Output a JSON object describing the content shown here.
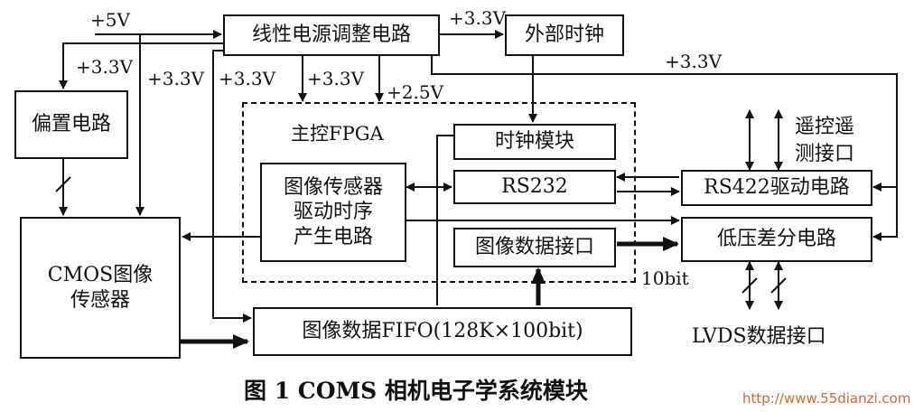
{
  "diagram": {
    "blocks": {
      "power": "线性电源调整电路",
      "ext_clock": "外部时钟",
      "bias": "偏置电路",
      "fpga": "主控FPGA",
      "clock_module": "时钟模块",
      "rs232": "RS232",
      "rs422": "RS422驱动电路",
      "sensor_driver": [
        "图像传感器",
        "驱动时序",
        "产生电路"
      ],
      "image_interface": "图像数据接口",
      "lvds_circuit": "低压差分电路",
      "cmos_sensor": [
        "CMOS图像",
        "传感器"
      ],
      "fifo": "图像数据FIFO(128K×100bit)"
    },
    "labels": {
      "v5": "+5V",
      "v33": "+3.3V",
      "v25": "+2.5V",
      "remote": [
        "遥控遥",
        "测接口"
      ],
      "bits": "10bit",
      "lvds_interface": "LVDS数据接口"
    },
    "caption": "图 1  COMS 相机电子学系统模块",
    "watermark": "http://www.55dianzi.com"
  }
}
